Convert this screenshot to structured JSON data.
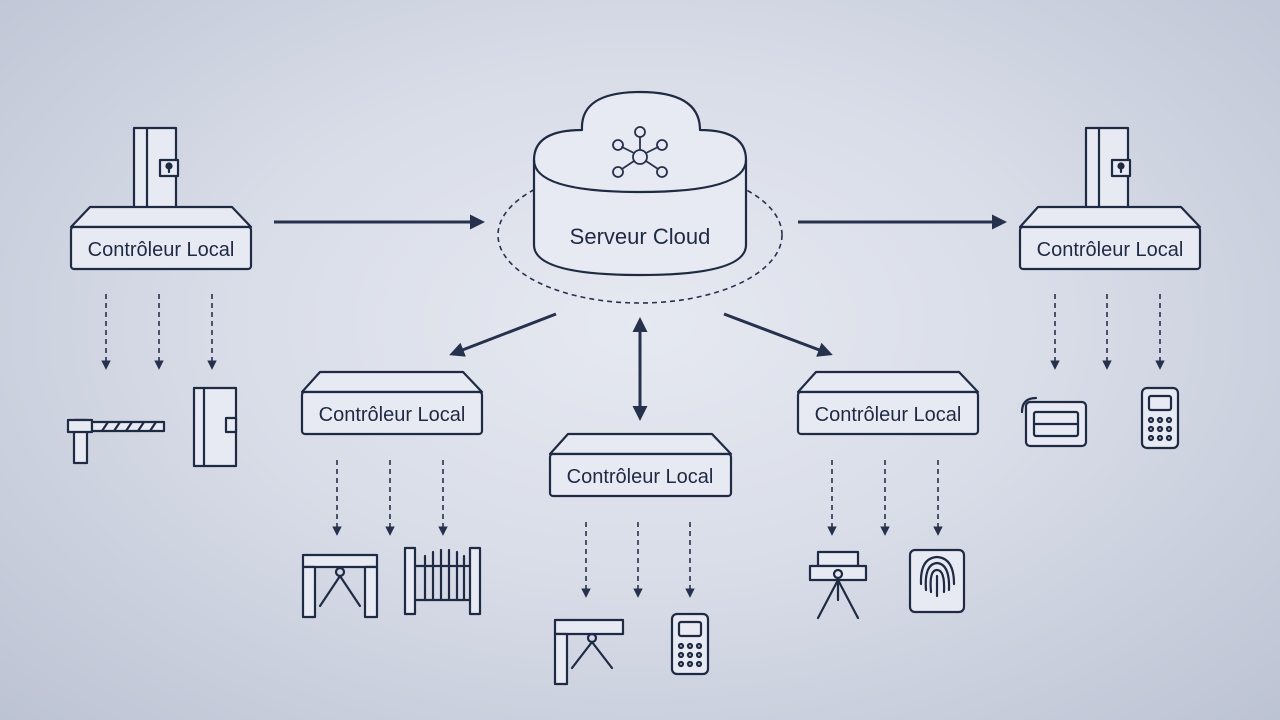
{
  "cloud": {
    "label": "Serveur Cloud",
    "icon": "network-hub-icon"
  },
  "controllers": [
    {
      "label": "Contrôleur Local",
      "devices": [
        "barrier-gate-icon",
        "door-lock-icon"
      ]
    },
    {
      "label": "Contrôleur Local",
      "devices": [
        "door-lock-icon",
        "card-reader-icon",
        "keypad-icon"
      ]
    },
    {
      "label": "Contrôleur Local",
      "devices": [
        "tripod-turnstile-icon",
        "gate-fence-icon"
      ]
    },
    {
      "label": "Contrôleur Local",
      "devices": [
        "tripod-turnstile-icon",
        "keypad-icon"
      ]
    },
    {
      "label": "Contrôleur Local",
      "devices": [
        "tripod-turnstile-icon",
        "fingerprint-scanner-icon"
      ]
    }
  ],
  "colors": {
    "ink": "#1f2a44",
    "background": "#d9dde8",
    "box": "#e7eaf2"
  }
}
